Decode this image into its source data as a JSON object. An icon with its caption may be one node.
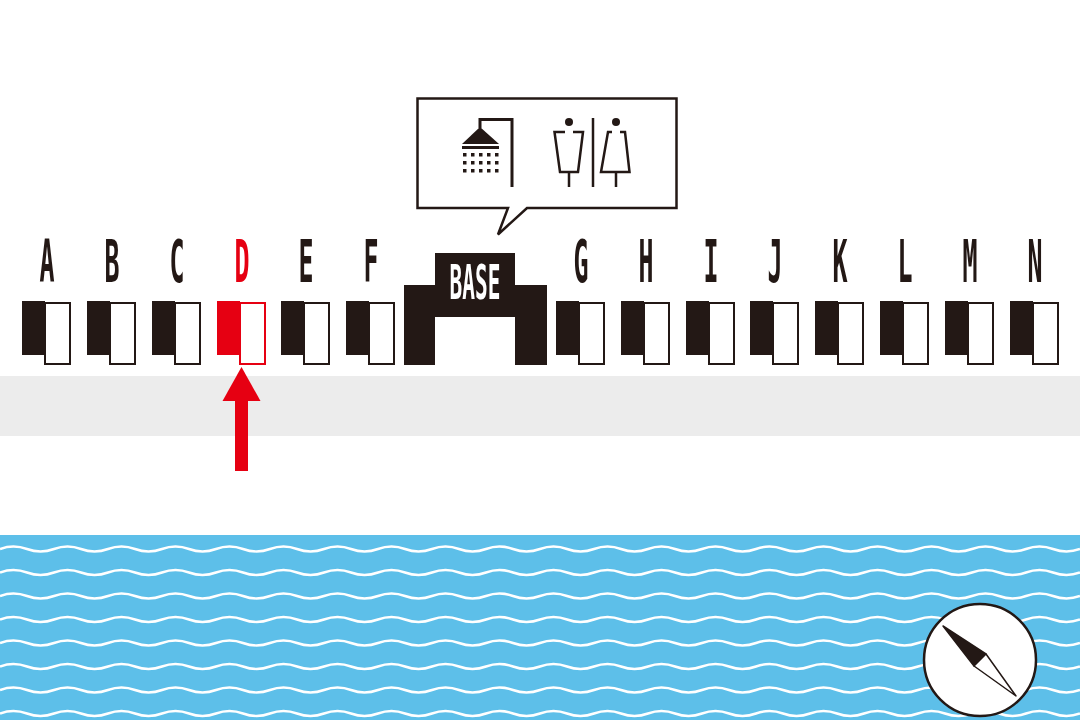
{
  "diagram": {
    "nodes": [
      {
        "text": [],
        "shape": "bubble"
      },
      {
        "text": [
          "A"
        ]
      },
      {
        "text": [
          "B"
        ]
      },
      {
        "text": [
          "C"
        ]
      },
      {
        "text": [
          "D"
        ]
      },
      {
        "text": [
          "E"
        ]
      },
      {
        "text": [
          "F"
        ]
      },
      {
        "text": [
          "BASE"
        ]
      },
      {
        "text": [
          "G"
        ]
      },
      {
        "text": [
          "H"
        ]
      },
      {
        "text": [
          "I"
        ]
      },
      {
        "text": [
          "J"
        ]
      },
      {
        "text": [
          "K"
        ]
      },
      {
        "text": [
          "L"
        ]
      },
      {
        "text": [
          "M"
        ]
      },
      {
        "text": [
          "N"
        ]
      }
    ],
    "edges": [
      {
        "from": null,
        "to": 4,
        "arrow": "to",
        "color": "#e60012"
      }
    ]
  }
}
